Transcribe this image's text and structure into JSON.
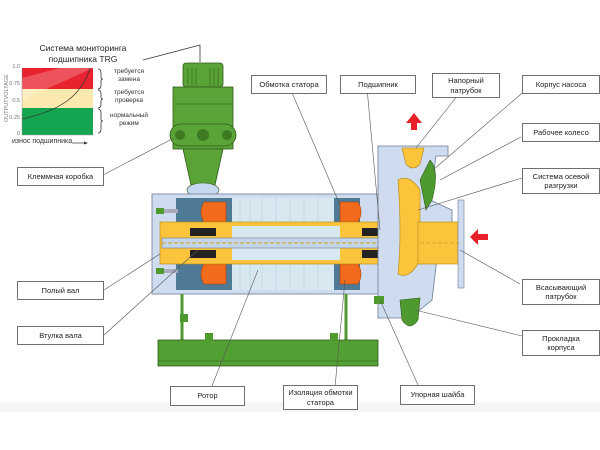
{
  "mini_chart": {
    "title": "Система мониторинга\nподшипника TRG",
    "ylabel": "OUTPUTVOLTAGE",
    "xlabel": "износ подшипника",
    "y_ticks": [
      "1.0",
      "0.75",
      "0.5",
      "0.25",
      "0"
    ],
    "zones": [
      {
        "label": "требуется\nзамена",
        "color": "#e8232f"
      },
      {
        "label": "требуется\nпроверка",
        "color": "#fbe9b0"
      },
      {
        "label": "нормальный\nрежим",
        "color": "#15a550"
      }
    ]
  },
  "colors": {
    "housing_green": "#4e9a2e",
    "housing_light": "#cfdcef",
    "stator_blue": "#4f7a95",
    "winding_orange": "#f26b1d",
    "yellow_part": "#fbc43a",
    "flow_arrow_red": "#e8202a"
  },
  "labels": {
    "winding": "Обмотка статора",
    "bearing": "Подшипник",
    "discharge": "Напорный\nпатрубок",
    "pump_casing": "Корпус насоса",
    "impeller": "Рабочее колесо",
    "axial_relief": "Система осевой\nразгрузки",
    "suction": "Всасывающий\nпатрубок",
    "casing_gasket": "Прокладка\nкорпуса",
    "terminal_box": "Клеммная коробка",
    "hollow_shaft": "Полый вал",
    "shaft_sleeve": "Втулка вала",
    "rotor": "Ротор",
    "winding_insulation": "Изоляция обмотки\nстатора",
    "thrust_washer": "Упорная шайба"
  }
}
